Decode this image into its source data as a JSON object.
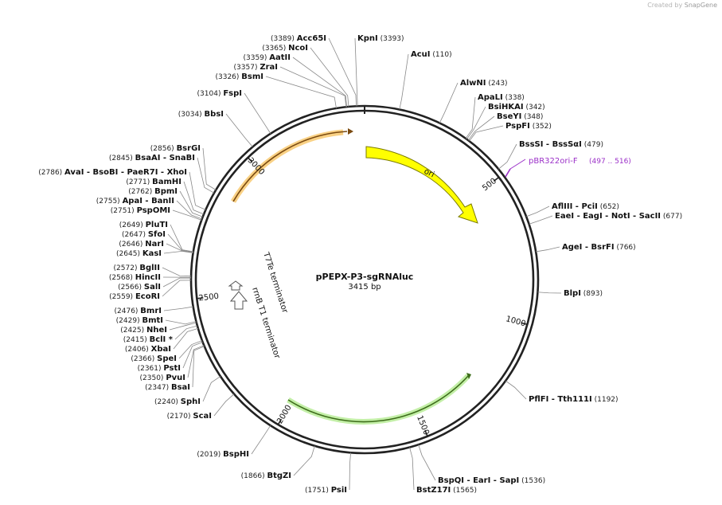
{
  "credit": {
    "prefix": "Created by",
    "brand": "SnapGene"
  },
  "plasmid": {
    "name": "pPEPX-P3-sgRNAluc",
    "size_label": "3415 bp",
    "length": 3415
  },
  "ticks": [
    "500",
    "1000",
    "1500",
    "2000",
    "2500",
    "3000"
  ],
  "features": [
    {
      "name": "ori",
      "color": "#ffff00"
    },
    {
      "name": "T7Te terminator",
      "color": "#ffffff"
    },
    {
      "name": "rrnB T1 terminator",
      "color": "#ffffff"
    }
  ],
  "primer": {
    "name": "pBR322ori-F",
    "range": "(497 .. 516)"
  },
  "labels": [
    {
      "pos": "(3389)",
      "names": [
        "Acc65I"
      ]
    },
    {
      "pos": "(3393)",
      "names": [
        "KpnI"
      ]
    },
    {
      "pos": "(3365)",
      "names": [
        "NcoI"
      ]
    },
    {
      "pos": "(3359)",
      "names": [
        "AatII"
      ]
    },
    {
      "pos": "(3357)",
      "names": [
        "ZraI"
      ]
    },
    {
      "pos": "(3326)",
      "names": [
        "BsmI"
      ]
    },
    {
      "pos": "(3104)",
      "names": [
        "FspI"
      ]
    },
    {
      "pos": "(3034)",
      "names": [
        "BbsI"
      ]
    },
    {
      "pos": "(110)",
      "names": [
        "AcuI"
      ]
    },
    {
      "pos": "(243)",
      "names": [
        "AlwNI"
      ]
    },
    {
      "pos": "(338)",
      "names": [
        "ApaLI"
      ]
    },
    {
      "pos": "(342)",
      "names": [
        "BsiHKAI"
      ]
    },
    {
      "pos": "(348)",
      "names": [
        "BseYI"
      ]
    },
    {
      "pos": "(352)",
      "names": [
        "PspFI"
      ]
    },
    {
      "pos": "(479)",
      "names": [
        "BssSI",
        "BssSαI"
      ]
    },
    {
      "pos": "(652)",
      "names": [
        "AflIII",
        "PciI"
      ]
    },
    {
      "pos": "(677)",
      "names": [
        "EaeI",
        "EagI",
        "NotI",
        "SacII"
      ]
    },
    {
      "pos": "(766)",
      "names": [
        "AgeI",
        "BsrFI"
      ]
    },
    {
      "pos": "(893)",
      "names": [
        "BlpI"
      ]
    },
    {
      "pos": "(1192)",
      "names": [
        "PflFI",
        "Tth111I"
      ]
    },
    {
      "pos": "(1536)",
      "names": [
        "BspQI",
        "EarI",
        "SapI"
      ]
    },
    {
      "pos": "(1565)",
      "names": [
        "BstZ17I"
      ]
    },
    {
      "pos": "(1751)",
      "names": [
        "PsiI"
      ]
    },
    {
      "pos": "(1866)",
      "names": [
        "BtgZI"
      ]
    },
    {
      "pos": "(2019)",
      "names": [
        "BspHI"
      ]
    },
    {
      "pos": "(2170)",
      "names": [
        "ScaI"
      ]
    },
    {
      "pos": "(2240)",
      "names": [
        "SphI"
      ]
    },
    {
      "pos": "(2347)",
      "names": [
        "BsaI"
      ]
    },
    {
      "pos": "(2350)",
      "names": [
        "PvuI"
      ]
    },
    {
      "pos": "(2361)",
      "names": [
        "PstI"
      ]
    },
    {
      "pos": "(2366)",
      "names": [
        "SpeI"
      ]
    },
    {
      "pos": "(2406)",
      "names": [
        "XbaI"
      ]
    },
    {
      "pos": "(2415)",
      "names": [
        "BclI *"
      ]
    },
    {
      "pos": "(2425)",
      "names": [
        "NheI"
      ]
    },
    {
      "pos": "(2429)",
      "names": [
        "BmtI"
      ]
    },
    {
      "pos": "(2476)",
      "names": [
        "BmrI"
      ]
    },
    {
      "pos": "(2559)",
      "names": [
        "EcoRI"
      ]
    },
    {
      "pos": "(2566)",
      "names": [
        "SalI"
      ]
    },
    {
      "pos": "(2568)",
      "names": [
        "HincII"
      ]
    },
    {
      "pos": "(2572)",
      "names": [
        "BglII"
      ]
    },
    {
      "pos": "(2645)",
      "names": [
        "KasI"
      ]
    },
    {
      "pos": "(2646)",
      "names": [
        "NarI"
      ]
    },
    {
      "pos": "(2647)",
      "names": [
        "SfoI"
      ]
    },
    {
      "pos": "(2649)",
      "names": [
        "PluTI"
      ]
    },
    {
      "pos": "(2751)",
      "names": [
        "PspOMI"
      ]
    },
    {
      "pos": "(2755)",
      "names": [
        "ApaI",
        "BanII"
      ]
    },
    {
      "pos": "(2762)",
      "names": [
        "BpmI"
      ]
    },
    {
      "pos": "(2771)",
      "names": [
        "BamHI"
      ]
    },
    {
      "pos": "(2786)",
      "names": [
        "AvaI",
        "BsoBI",
        "PaeR7I",
        "XhoI"
      ]
    },
    {
      "pos": "(2845)",
      "names": [
        "BsaAI",
        "SnaBI"
      ]
    },
    {
      "pos": "(2856)",
      "names": [
        "BsrGI"
      ]
    }
  ]
}
